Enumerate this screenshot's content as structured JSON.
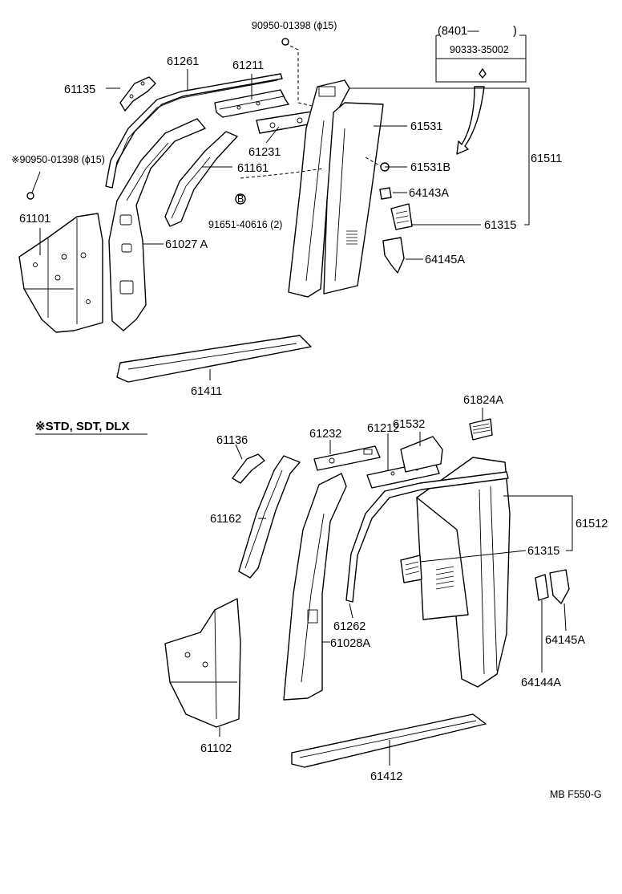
{
  "labels": {
    "p_9095001398_top": "90950-01398 (ϕ15)",
    "p_8401_bracket": "(8401—",
    "p_8401_close": ")",
    "p_9033335002": "90333-35002",
    "p_61261": "61261",
    "p_61211": "61211",
    "p_61135": "61135",
    "p_61531": "61531",
    "p_61511": "61511",
    "p_9095001398_left": "※90950-01398 (ϕ15)",
    "p_61231": "61231",
    "p_61161": "61161",
    "p_61531B": "61531B",
    "p_64143A": "64143A",
    "p_61101": "61101",
    "p_9165140616": "91651-40616 (2)",
    "p_61315_top": "61315",
    "p_61027A": "61027 A",
    "p_64145A_top": "64145A",
    "p_61411": "61411",
    "p_note": "※STD, SDT, DLX",
    "p_61532": "61532",
    "p_61824A": "61824A",
    "p_61136": "61136",
    "p_61232": "61232",
    "p_61212": "61212",
    "p_61162": "61162",
    "p_61512": "61512",
    "p_61315_bot": "61315",
    "p_61262": "61262",
    "p_61028A": "61028A",
    "p_64145A_bot": "64145A",
    "p_64144A": "64144A",
    "p_61102": "61102",
    "p_61412": "61412",
    "p_footer": "MB  F550-G",
    "circle_b": "B"
  }
}
